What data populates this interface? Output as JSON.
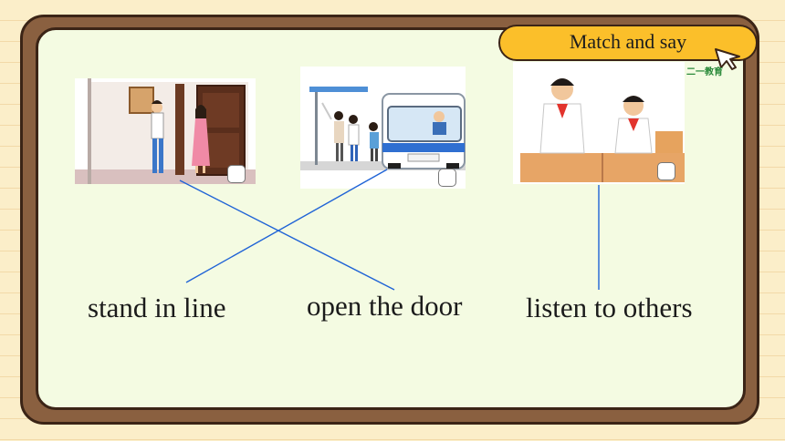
{
  "title": "Match and say",
  "watermark": "二一教育",
  "pictures": [
    {
      "name": "door-scene"
    },
    {
      "name": "bus-stop-scene"
    },
    {
      "name": "classroom-scene"
    }
  ],
  "labels": [
    "stand in line",
    "open the door",
    "listen to others"
  ],
  "colors": {
    "frame": "#8a6040",
    "panel": "#f4fbe2",
    "tab": "#fbbf2a",
    "match_line": "#1f63d6"
  }
}
